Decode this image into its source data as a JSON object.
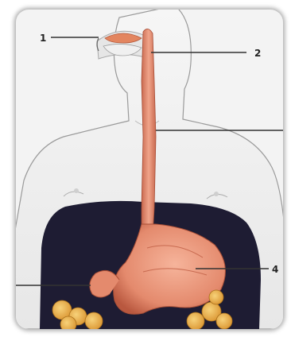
{
  "labels": [
    {
      "id": "1",
      "text": "1"
    },
    {
      "id": "2",
      "text": "2"
    },
    {
      "id": "3",
      "text": ""
    },
    {
      "id": "4",
      "text": "4"
    },
    {
      "id": "5",
      "text": ""
    }
  ],
  "colors": {
    "background": "#f3f3f3",
    "skin_outline": "#9a9a9a",
    "abdomen_cavity": "#1e1c33",
    "esophagus": "#e08b6e",
    "stomach": "#e9957a",
    "intestine": "#e8a845",
    "label_line": "#333333"
  }
}
